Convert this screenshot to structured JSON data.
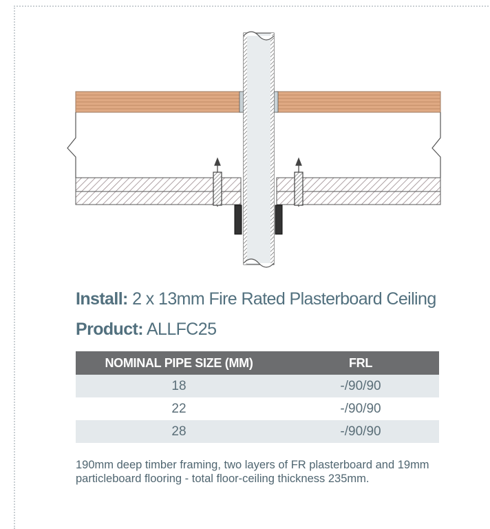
{
  "install": {
    "label": "Install:",
    "text": "2 x 13mm Fire Rated Plasterboard Ceiling"
  },
  "product": {
    "label": "Product:",
    "text": "ALLFC25"
  },
  "table": {
    "headers": [
      "NOMINAL PIPE SIZE (MM)",
      "FRL"
    ],
    "rows": [
      [
        "18",
        "-/90/90"
      ],
      [
        "22",
        "-/90/90"
      ],
      [
        "28",
        "-/90/90"
      ]
    ]
  },
  "note": "190mm deep timber framing, two layers of FR plasterboard and 19mm particleboard flooring - total floor-ceiling thickness 235mm.",
  "colors": {
    "text": "#52707e",
    "header_bg": "#6c6d6f",
    "row_shade": "#e4e9ec",
    "floorboard": "#d9a27a"
  }
}
